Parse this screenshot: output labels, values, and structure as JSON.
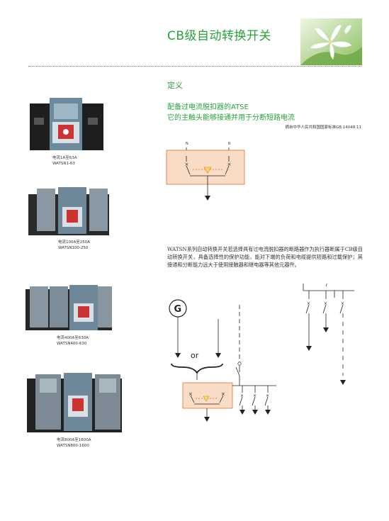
{
  "header": {
    "title": "CB级自动转换开关"
  },
  "section": {
    "title": "定义",
    "headline_1": "配备过电流脱扣器的ATSE",
    "headline_2": "它的主触头能够接通并用于分断短路电流",
    "standard_note": "摘自中华人民共和国国家标准GB 14048.11"
  },
  "products": [
    {
      "current": "电流1A至63A",
      "model": "WATSN1-63"
    },
    {
      "current": "电流100A至250A",
      "model": "WATSN100-250"
    },
    {
      "current": "电流400A至630A",
      "model": "WATSN400-630"
    },
    {
      "current": "电流800A至1600A",
      "model": "WATSN800-1600"
    }
  ],
  "body_text": "WATSN系列自动转换开关若选择具有过电流脱扣器的断路器作为执行器断属于CB级自动转换开关，具备选择性的保护功能，能对下端的负荷和电缆提供短路和过载保护；其接通和分断能力远大于使用接触器和继电器等其他元器件。",
  "diagram1": {
    "label_n": "N",
    "label_r": "R"
  },
  "diagram2": {
    "generator_label": "G",
    "or_label": "or"
  },
  "colors": {
    "accent_green": "#27a33a",
    "diagram_fill": "#f9dcc6",
    "diagram_border": "#e0732c",
    "dashed_orange": "#e0732c"
  }
}
